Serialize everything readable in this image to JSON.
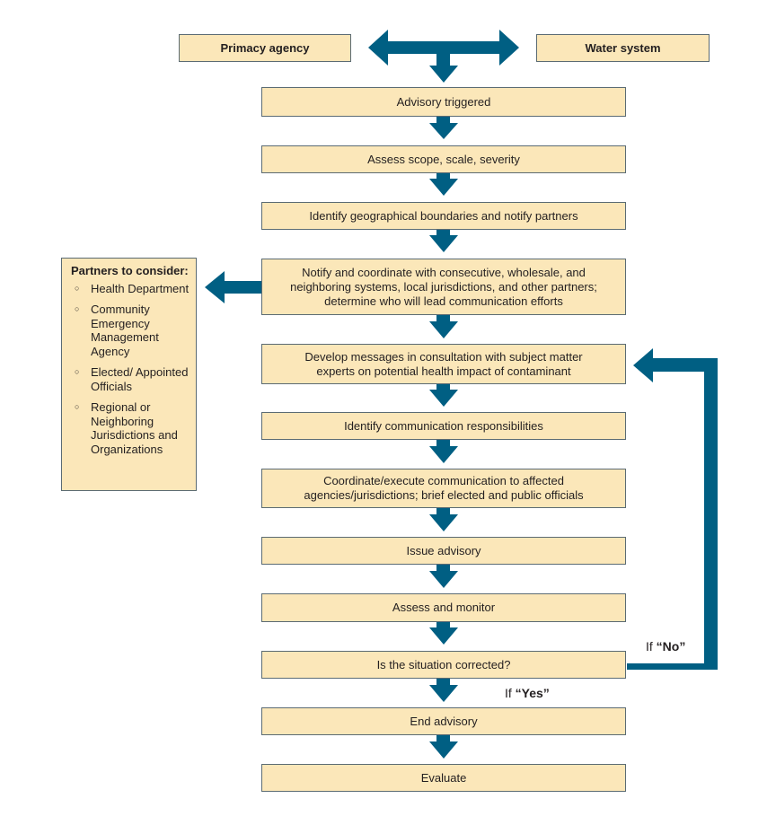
{
  "diagram": {
    "top_left_label": "Primacy agency",
    "top_right_label": "Water system",
    "steps": [
      "Advisory triggered",
      "Assess scope, scale, severity",
      "Identify geographical boundaries and notify partners",
      "Notify and coordinate with consecutive, wholesale, and neighboring systems, local jurisdictions, and other partners; determine who will lead communication efforts",
      "Develop messages in consultation with subject matter experts on potential health impact of contaminant",
      "Identify communication responsibilities",
      "Coordinate/execute communication to affected agencies/jurisdictions; brief elected and public officials",
      "Issue advisory",
      "Assess and monitor",
      "Is the situation corrected?",
      "End advisory",
      "Evaluate"
    ],
    "partners": {
      "title": "Partners to consider:",
      "items": [
        "Health Department",
        "Community Emergency Management Agency",
        "Elected/ Appointed Officials",
        "Regional or Neighboring Jurisdictions and Organizations"
      ]
    },
    "branch_no": {
      "prefix": "If ",
      "value": "“No”"
    },
    "branch_yes": {
      "prefix": "If ",
      "value": "“Yes”"
    },
    "colors": {
      "box_fill": "#fbe7b9",
      "arrow": "#005f83",
      "border": "#5b6b73"
    }
  }
}
